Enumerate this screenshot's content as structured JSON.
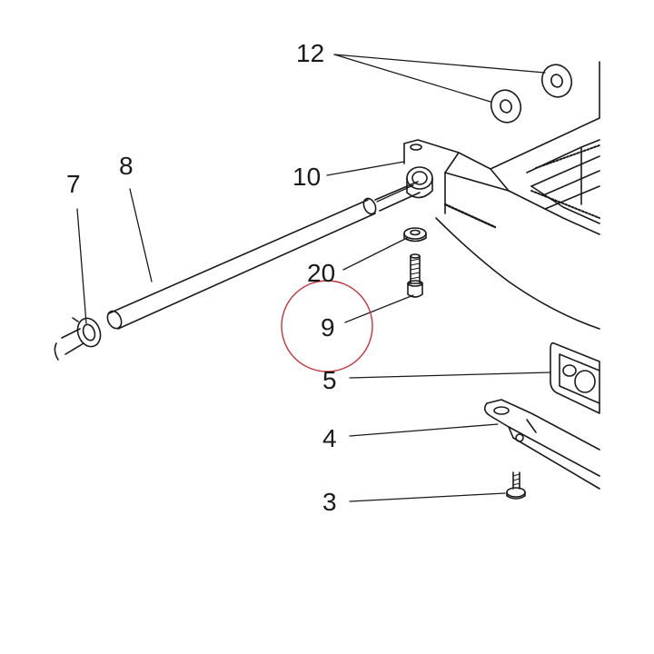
{
  "diagram": {
    "callouts": {
      "c12": "12",
      "c10": "10",
      "c8": "8",
      "c7": "7",
      "c20": "20",
      "c9": "9",
      "c5": "5",
      "c4": "4",
      "c3": "3"
    },
    "highlighted_callout": "9",
    "highlight_color": "#c8323c",
    "line_color": "#1a1a1a"
  }
}
